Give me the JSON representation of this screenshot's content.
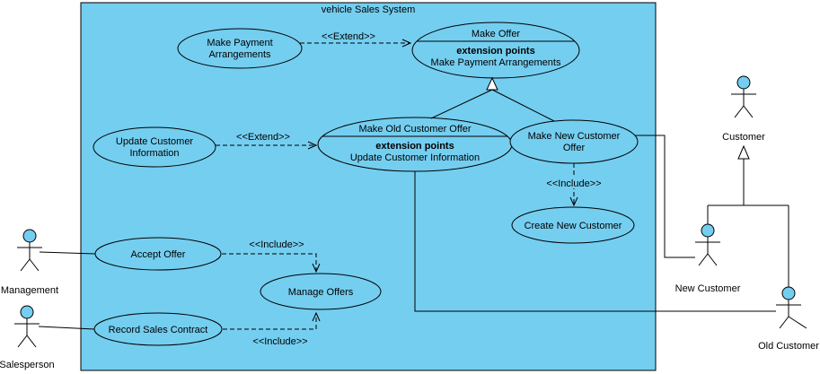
{
  "colors": {
    "shape_fill": "#74CEF0",
    "stroke": "#000000",
    "background": "#FFFFFF"
  },
  "system": {
    "title": "vehicle Sales System"
  },
  "use_cases": {
    "make_payment_arrangements": {
      "line1": "Make Payment",
      "line2": "Arrangements"
    },
    "make_offer": {
      "title": "Make Offer",
      "compartment": "extension points",
      "extension_point": "Make Payment Arrangements"
    },
    "update_customer_information": {
      "line1": "Update Customer",
      "line2": "Information"
    },
    "make_old_customer_offer": {
      "title": "Make Old Customer Offer",
      "compartment": "extension points",
      "extension_point": "Update Customer Information"
    },
    "make_new_customer_offer": {
      "line1": "Make New Customer",
      "line2": "Offer"
    },
    "create_new_customer": {
      "label": "Create New Customer"
    },
    "accept_offer": {
      "label": "Accept Offer"
    },
    "manage_offers": {
      "label": "Manage Offers"
    },
    "record_sales_contract": {
      "label": "Record Sales Contract"
    }
  },
  "actors": {
    "management": {
      "label": "Management"
    },
    "salesperson": {
      "label": "Salesperson"
    },
    "customer": {
      "label": "Customer"
    },
    "new_customer": {
      "label": "New Customer"
    },
    "old_customer": {
      "label": "Old Customer"
    }
  },
  "relationships": {
    "extend_payment_to_offer": {
      "label": "<<Extend>>"
    },
    "extend_update_to_old_offer": {
      "label": "<<Extend>>"
    },
    "include_new_offer_to_create": {
      "label": "<<Include>>"
    },
    "include_accept_to_manage": {
      "label": "<<Include>>"
    },
    "include_record_to_manage": {
      "label": "<<Include>>"
    }
  }
}
